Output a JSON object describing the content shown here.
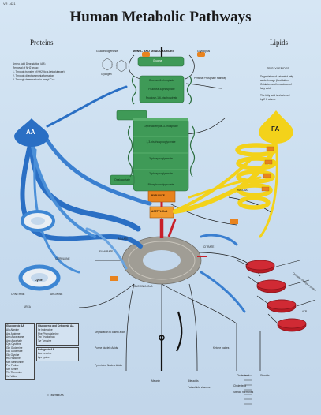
{
  "code": "VR 1421",
  "title": "Human Metabolic Pathways",
  "sections": {
    "proteins": "Proteins",
    "lipids": "Lipids"
  },
  "top_pathway": {
    "gluconeogenesis": "Gluconeogenesis",
    "mono": "MONO– AND DISACCHARIDES",
    "glycolysis": "Glycolysis"
  },
  "glycogen": "Glycogen",
  "glucose": "Glucose",
  "pentose": "Pentose Phosphate Pathway",
  "steps": [
    "Glucose-6-phosphate",
    "Fructose-6-phosphate",
    "Fructose-1,6-bisphosphate",
    "Glyceraldehyde-3-phosphate",
    "1,3-bisphosphoglycerate",
    "3-phosphoglycerate",
    "2-phosphoglycerate",
    "Phosphoenolpyruvate"
  ],
  "oxaloacetate": "Oxaloacetate",
  "pyruvate": "PYRUVATE",
  "acetyl": "ACETYL-CoA",
  "aa": "AA",
  "fa": "FA",
  "triglycerides": "TRIGLYCERIDES",
  "amino_note": [
    "Amino Acid Degradation (AA)",
    "Removal of NH2 group",
    "1. Through transfer of NH2 (to α-ketoglutarate)",
    "2. Through direct ammonia formation",
    "3. Through deamination to acetyl-CoA"
  ],
  "lipid_note": [
    "Degradation of saturated fatty",
    "acids through β-oxidation",
    "Oxidation and breakdown of",
    "fatty acid",
    "The fatty acid is shortened",
    "by 2 C atoms."
  ],
  "urea": [
    "CITRULLINE",
    "Cycle",
    "ARGININE",
    "ORNITHINE",
    "UREA"
  ],
  "tca": [
    "CITRATE",
    "FUMARATE",
    "SUCCINYL-CoA",
    "MALATE"
  ],
  "hmgcoa": "HMGCoA",
  "respiratory": "Oxidative Phosphorylation",
  "atp": "ATP",
  "ketone": [
    "Ketone bodies",
    "Cholesterol",
    "Steroids"
  ],
  "bottom_notes": [
    "Degradation to α-keto acids",
    "Purine Nucleic Acids",
    "Pyrimidine Nucleic Acids",
    "Melanin",
    "Bile acids",
    "Fat-soluble vitamins",
    "Cholesterol",
    "Steroid hormones"
  ],
  "legend_title": "Glucogenic AA",
  "legend2_title": "Glucogenic and Ketogenic AA",
  "legend3_title": "Ketogenic AA",
  "legend_items": [
    "Ala Alanine",
    "Arg Arginine",
    "Asn Asparagine",
    "Asp Aspartate",
    "Cys Cysteine",
    "Gln Glutamine",
    "Glu Glutamate",
    "Gly Glycine",
    "His Histidine",
    "Met Methionine",
    "Pro Proline",
    "Ser Serine",
    "Thr Threonine",
    "Val Valine"
  ],
  "legend2_items": [
    "Ile Isoleucine",
    "Phe Phenylalanine",
    "Trp Tryptophan",
    "Tyr Tyrosine"
  ],
  "legend3_items": [
    "Leu Leucine",
    "Lys Lysine"
  ],
  "key_note": "= Essential AA",
  "colors": {
    "protein": "#2a6fc4",
    "carb": "#3f9a57",
    "lipid": "#f3d21a",
    "tca": "#9b9890",
    "urea": "#3d86d3",
    "red": "#c8202a",
    "orange": "#e8831e"
  }
}
